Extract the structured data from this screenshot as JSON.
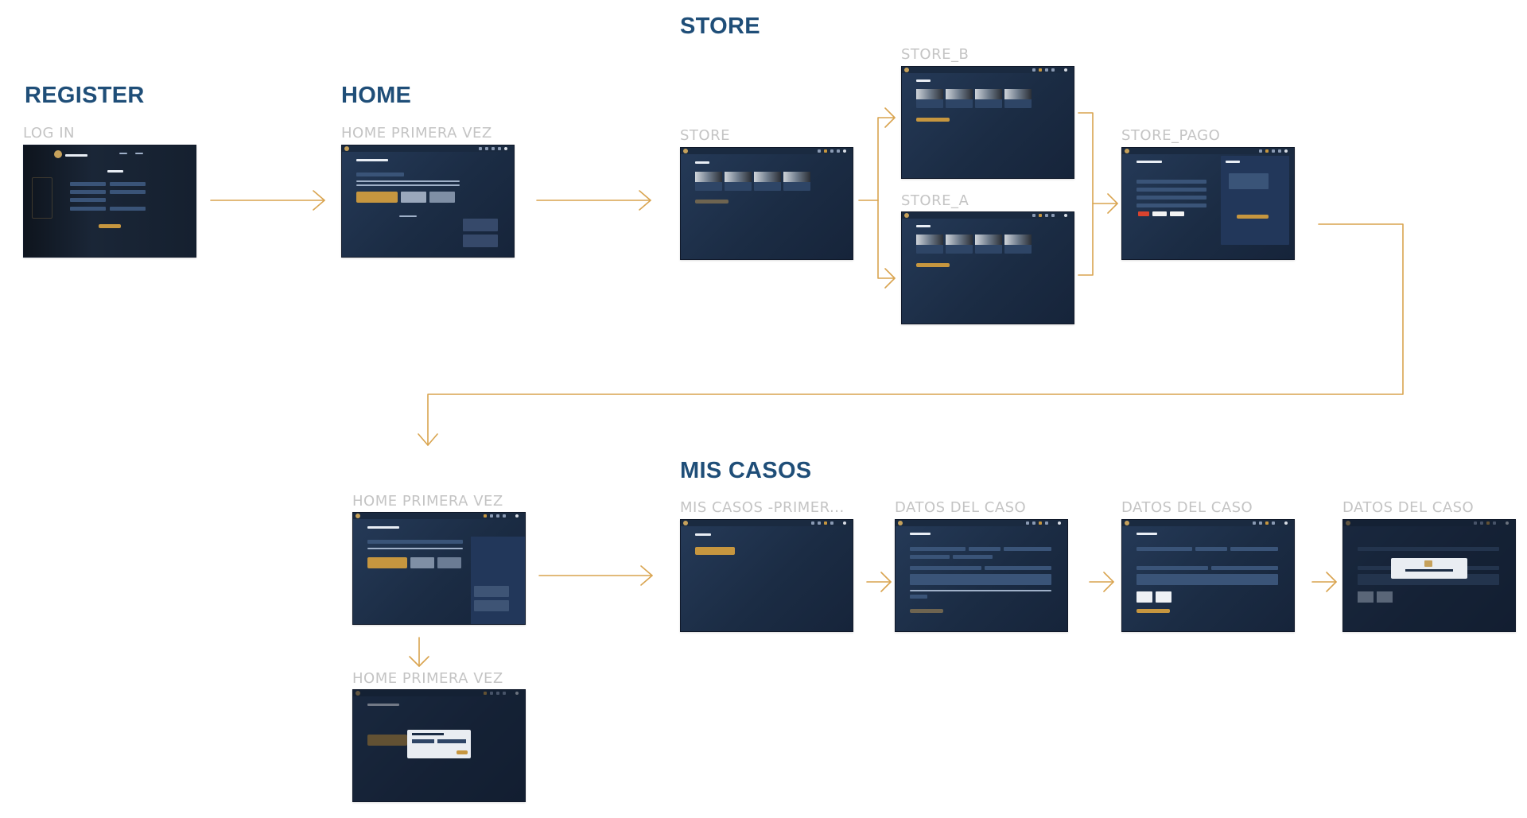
{
  "colors": {
    "accent": "#c6963f",
    "title": "#1f4e78",
    "label": "#c4c4c4",
    "screen_bg": "#1b2c44"
  },
  "sections": {
    "register": "REGISTER",
    "home": "HOME",
    "store": "STORE",
    "mis_casos": "MIS CASOS"
  },
  "frames": {
    "log_in": "LOG IN",
    "home_primera_vez_1": "HOME PRIMERA VEZ",
    "store": "STORE",
    "store_b": "STORE_B",
    "store_a": "STORE_A",
    "store_pago": "STORE_PAGO",
    "home_primera_vez_2": "HOME PRIMERA VEZ",
    "home_primera_vez_3": "HOME PRIMERA VEZ",
    "mis_casos_primer": "MIS CASOS -PRIMER...",
    "datos_del_caso_1": "DATOS DEL CASO",
    "datos_del_caso_2": "DATOS DEL CASO",
    "datos_del_caso_3": "DATOS DEL CASO"
  }
}
